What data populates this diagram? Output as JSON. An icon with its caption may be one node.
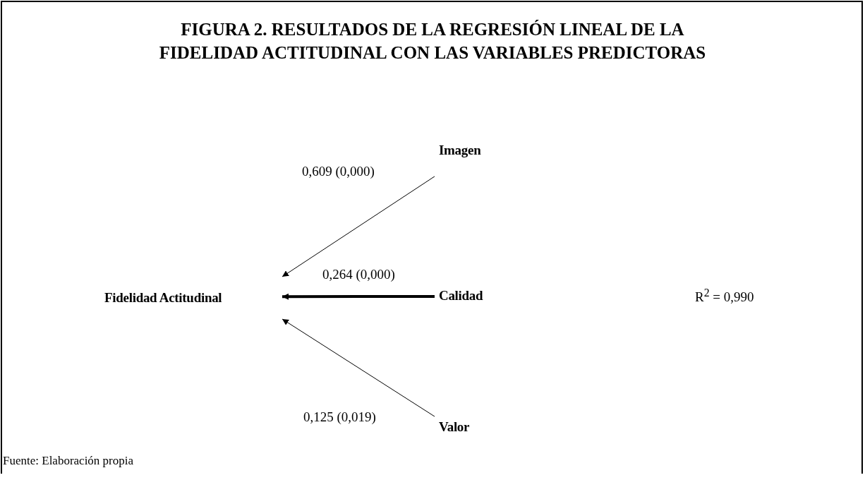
{
  "diagram": {
    "title": "FIGURA 2. RESULTADOS DE LA REGRESIÓN LINEAL DE LA FIDELIDAD ACTITUDINAL CON LAS VARIABLES PREDICTORAS",
    "nodes": [
      {
        "text": [
          "Fidelidad Actitudinal"
        ]
      },
      {
        "text": [
          "Imagen"
        ]
      },
      {
        "text": [
          "Calidad"
        ]
      },
      {
        "text": [
          "Valor"
        ]
      }
    ],
    "edges": [
      {
        "from": 1,
        "to": 0,
        "arrow": "to",
        "label": "0,609 (0,000)"
      },
      {
        "from": 2,
        "to": 0,
        "arrow": "to",
        "label": "0,264 (0,000)",
        "style": "thick"
      },
      {
        "from": 3,
        "to": 0,
        "arrow": "to",
        "label": "0,125 (0,019)"
      }
    ],
    "labels": [
      "R$^{2}$ = 0,990"
    ],
    "caption": "Fuente: Elaboración propia"
  }
}
